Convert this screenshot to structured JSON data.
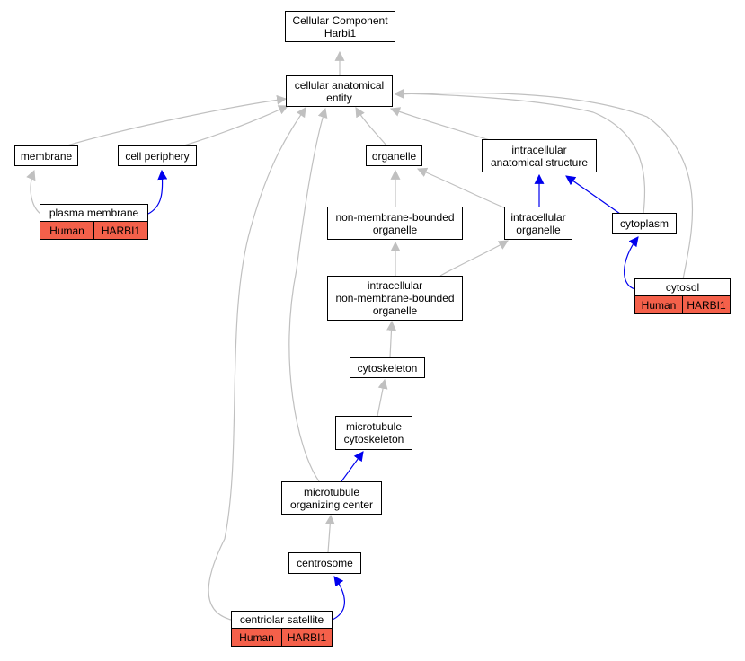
{
  "graph": {
    "colors": {
      "is_a_edge": "#c0c0c0",
      "part_of_edge": "#0000ee",
      "annotation_fill": "#f4604a"
    },
    "nodes": {
      "root": "Cellular Component\nHarbi1",
      "cae": "cellular anatomical\nentity",
      "membrane": "membrane",
      "cell_periphery": "cell periphery",
      "organelle": "organelle",
      "intracellular_anatomical_structure": "intracellular\nanatomical structure",
      "non_membrane_bounded_organelle": "non-membrane-bounded\norganelle",
      "intracellular_organelle": "intracellular\norganelle",
      "cytoplasm": "cytoplasm",
      "intracellular_nmbo": "intracellular\nnon-membrane-bounded\norganelle",
      "cytoskeleton": "cytoskeleton",
      "microtubule_cytoskeleton": "microtubule\ncytoskeleton",
      "mtoc": "microtubule\norganizing center",
      "centrosome": "centrosome"
    },
    "annotated": {
      "plasma_membrane": {
        "label": "plasma membrane",
        "species": "Human",
        "gene": "HARBI1"
      },
      "cytosol": {
        "label": "cytosol",
        "species": "Human",
        "gene": "HARBI1"
      },
      "centriolar_satellite": {
        "label": "centriolar satellite",
        "species": "Human",
        "gene": "HARBI1"
      }
    }
  }
}
